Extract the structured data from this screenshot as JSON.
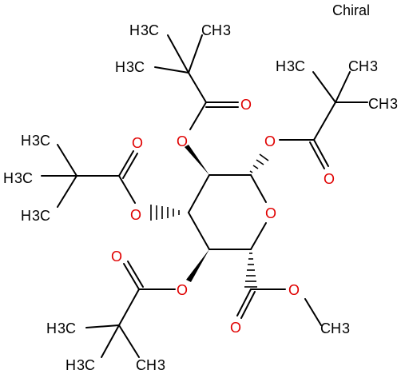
{
  "stereo_note": "Chiral",
  "atom_labels": {
    "oxygen": "O",
    "methyl": "CH3",
    "methyl_left": "H3C"
  },
  "colors": {
    "bond": "#000000",
    "oxygen": "#e00000",
    "background": "#ffffff"
  }
}
